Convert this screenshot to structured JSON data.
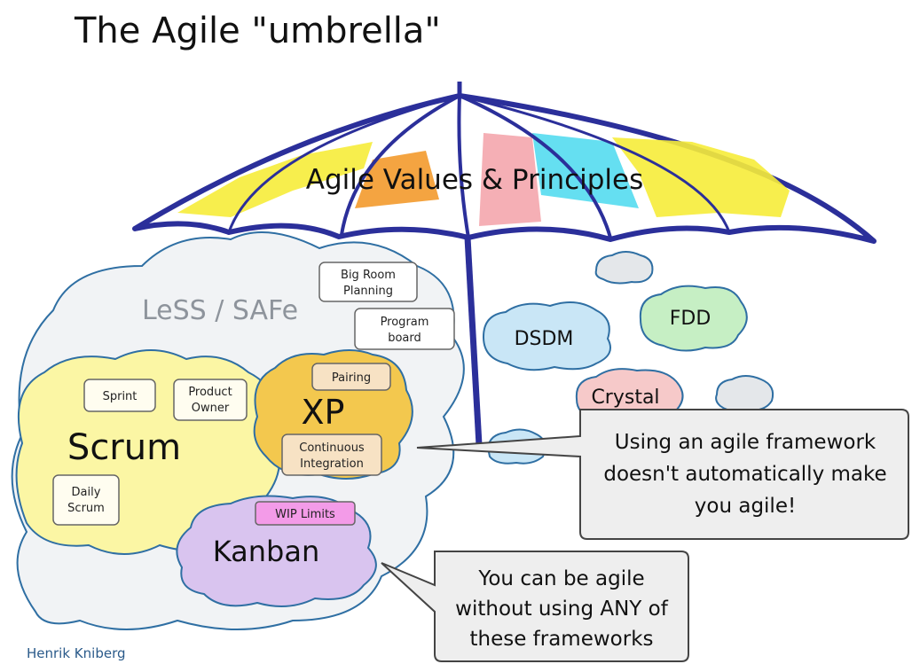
{
  "title": "The Agile \"umbrella\"",
  "umbrella_label": "Agile Values & Principles",
  "clouds": {
    "less_safe": "LeSS / SAFe",
    "scrum": "Scrum",
    "xp": "XP",
    "kanban": "Kanban",
    "dsdm": "DSDM",
    "fdd": "FDD",
    "crystal": "Crystal"
  },
  "notes": {
    "big_room_1": "Big Room",
    "big_room_2": "Planning",
    "program_1": "Program",
    "program_2": "board",
    "sprint": "Sprint",
    "product_owner_1": "Product",
    "product_owner_2": "Owner",
    "daily_scrum_1": "Daily",
    "daily_scrum_2": "Scrum",
    "pairing": "Pairing",
    "ci_1": "Continuous",
    "ci_2": "Integration",
    "wip_limits": "WIP Limits"
  },
  "callouts": {
    "framework_1": "Using an agile framework",
    "framework_2": "doesn't automatically make",
    "framework_3": "you agile!",
    "without_1": "You can be agile",
    "without_2": "without using ANY of",
    "without_3": "these frameworks"
  },
  "author": "Henrik Kniberg",
  "colors": {
    "umbrella_stroke": "#2b2f9a",
    "scrum_fill": "#fbf6a4",
    "xp_fill": "#f3c84e",
    "kanban_fill": "#d9c4ef",
    "dsdm_fill": "#c9e6f6",
    "fdd_fill": "#c6efc4",
    "crystal_fill": "#f6c9c9",
    "less_fill": "#f1f3f5",
    "author_color": "#2a5a8a"
  }
}
